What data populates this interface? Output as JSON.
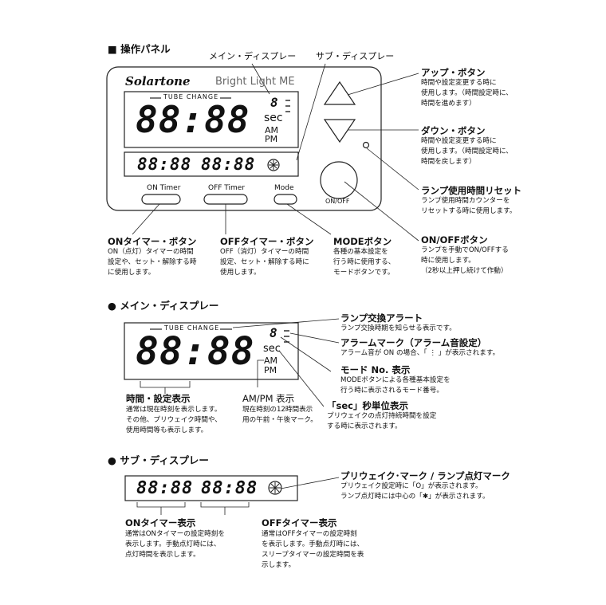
{
  "sections": {
    "panel": "■ 操作パネル",
    "main_display": "● メイン・ディスプレー",
    "sub_display": "● サブ・ディスプレー"
  },
  "device": {
    "brand": "Solartone",
    "model": "Bright Light ME",
    "tube_change": "TUBE CHANGE",
    "main_time": "88:88",
    "mode_digit": "8",
    "sec": "sec",
    "am": "AM",
    "pm": "PM",
    "sub_time_on": "88:88",
    "sub_time_off": "88:88",
    "on_timer": "ON Timer",
    "off_timer": "OFF Timer",
    "mode": "Mode",
    "onoff": "ON/OFF"
  },
  "panel_callouts": {
    "main_display": "メイン・ディスプレー",
    "sub_display": "サブ・ディスプレー",
    "up": {
      "title": "アップ・ボタン",
      "desc": "時間や設定変更する時に\n使用します。（時間設定時に、\n時間を進めます）"
    },
    "down": {
      "title": "ダウン・ボタン",
      "desc": "時間や設定変更する時に\n使用します。（時間設定時に、\n時間を戻します）"
    },
    "reset": {
      "title": "ランプ使用時間リセット",
      "desc": "ランプ使用時間カウンターを\nリセットする時に使用します。"
    },
    "onoff": {
      "title": "ON/OFFボタン",
      "desc": "ランプを手動でON/OFFする\n時に使用します。\n（2秒以上押し続けて作動）"
    },
    "on_timer": {
      "title": "ONタイマー・ボタン",
      "desc": "ON（点灯）タイマーの時間\n設定や、セット・解除する時\nに使用します。"
    },
    "off_timer": {
      "title": "OFFタイマー・ボタン",
      "desc": "OFF（消灯）タイマーの時間\n設定、セット・解除する時に\n使用します。"
    },
    "mode": {
      "title": "MODEボタン",
      "desc": "各種の基本設定を\n行う時に使用する、\nモードボタンです。"
    }
  },
  "main_callouts": {
    "lamp_alert": {
      "title": "ランプ交換アラート",
      "desc": "ランプ交換時期を知らせる表示です。"
    },
    "alarm": {
      "title": "アラームマーク（アラーム音設定）",
      "desc": "アラーム音が ON の場合、「 ⋮ 」が表示されます。"
    },
    "mode_no": {
      "title": "モード No. 表示",
      "desc": "MODEボタンによる各種基本設定を\n行う時に表示されるモード番号。"
    },
    "sec_unit": {
      "title": "「sec」秒単位表示",
      "desc": "プリウェイクの点灯持続時間を設定\nする時に表示されます。"
    },
    "time": {
      "title": "時間・設定表示",
      "desc": "通常は現在時刻を表示します。\nその他、プリウェイク時間や、\n使用時間等も表示します。"
    },
    "ampm": {
      "title": "AM/PM 表示",
      "desc": "現在時刻の12時間表示\n用の午前・午後マーク。"
    }
  },
  "sub_callouts": {
    "prewake": {
      "title": "プリウェイク･マーク / ランプ点灯マーク",
      "desc": "プリウェイク設定時に「O」が表示されます。\nランプ点灯時には中心の「✱」が表示されます。"
    },
    "on_timer": {
      "title": "ONタイマー表示",
      "desc": "通常はONタイマーの設定時刻を\n表示します。手動点灯時には、\n点灯時間を表示します。"
    },
    "off_timer": {
      "title": "OFFタイマー表示",
      "desc": "通常はOFFタイマーの設定時刻\nを表示します。手動点灯時には、\nスリープタイマーの設定時間を表\n示します。"
    }
  }
}
